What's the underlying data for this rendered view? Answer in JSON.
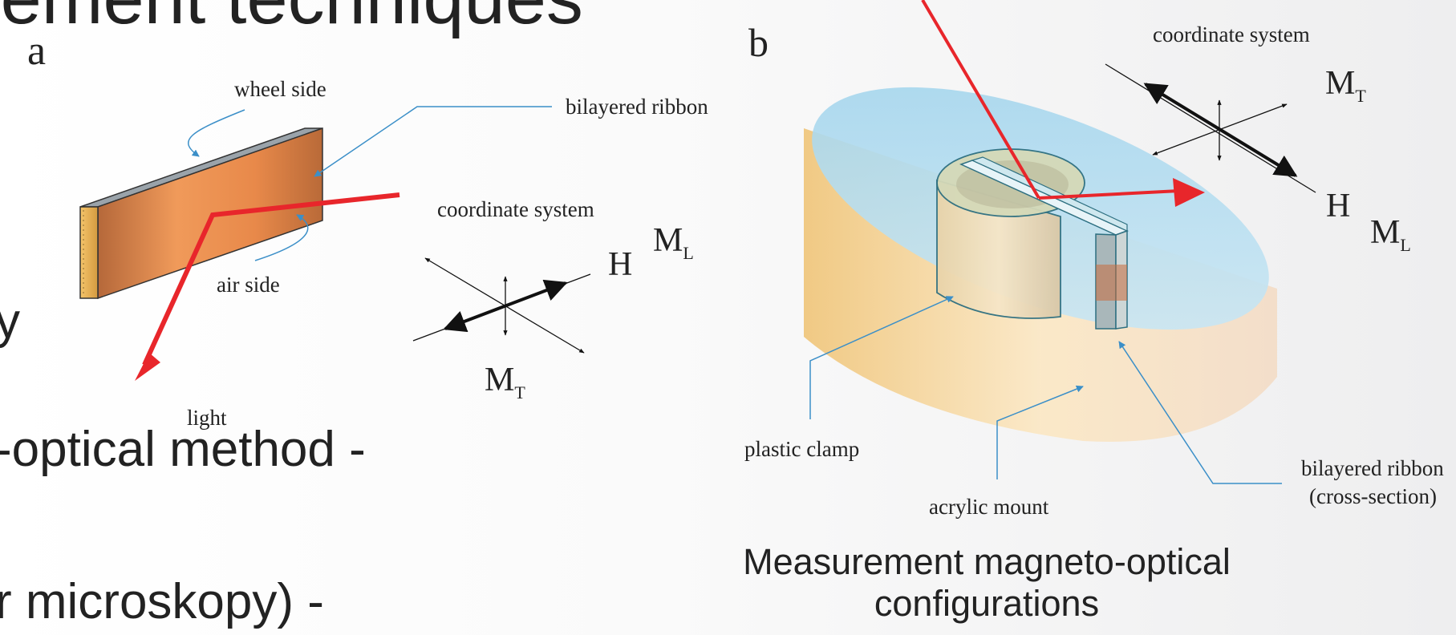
{
  "slide": {
    "title_fragment": "rement techniques",
    "bullets": [
      "y",
      "-optical method -",
      "r microskopy) -"
    ],
    "caption": "Measurement magneto-optical configurations"
  },
  "panel_a": {
    "letter": "a",
    "labels": {
      "wheel_side": "wheel side",
      "bilayered_ribbon": "bilayered ribbon",
      "air_side": "air side",
      "light": "light",
      "coordinate_system": "coordinate system",
      "H": "H",
      "M": "M",
      "sub_L": "L",
      "sub_T": "T"
    }
  },
  "panel_b": {
    "letter": "b",
    "labels": {
      "coordinate_system": "coordinate system",
      "M": "M",
      "sub_T": "T",
      "sub_L": "L",
      "H": "H",
      "plastic_clamp": "plastic clamp",
      "acrylic_mount": "acrylic mount",
      "bilayered_ribbon": "bilayered ribbon",
      "cross_section": "(cross-section)"
    }
  },
  "colors": {
    "light_beam": "#e8262b",
    "leader_line": "#3b8fc8",
    "ribbon_orange": "#e8894a",
    "mount_cream": "#f3d8a3",
    "mount_top_blue": "#a9d8ee"
  }
}
